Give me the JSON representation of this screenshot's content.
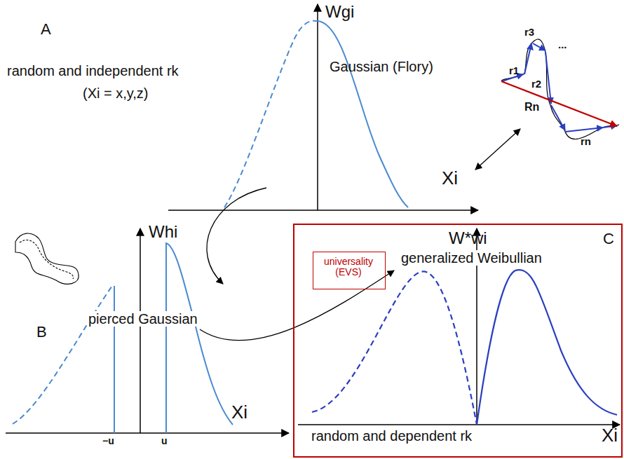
{
  "diagram": {
    "nodes": [
      {
        "text": [
          "W*wi",
          "C",
          "generalized Weibullian",
          "random and dependent rk",
          "Xi"
        ]
      },
      {
        "text": [
          "universality (EVS)"
        ],
        "in": 0
      }
    ],
    "labels": [
      "A",
      "random and independent rk",
      "(Xi = x,y,z)",
      "Wgi",
      "Gaussian (Flory)",
      "r1",
      "r2",
      "r3",
      "...",
      "Rn",
      "rn",
      "Xi",
      "Whi",
      "pierced Gaussian",
      "B",
      "−u",
      "u",
      "Xi"
    ]
  }
}
